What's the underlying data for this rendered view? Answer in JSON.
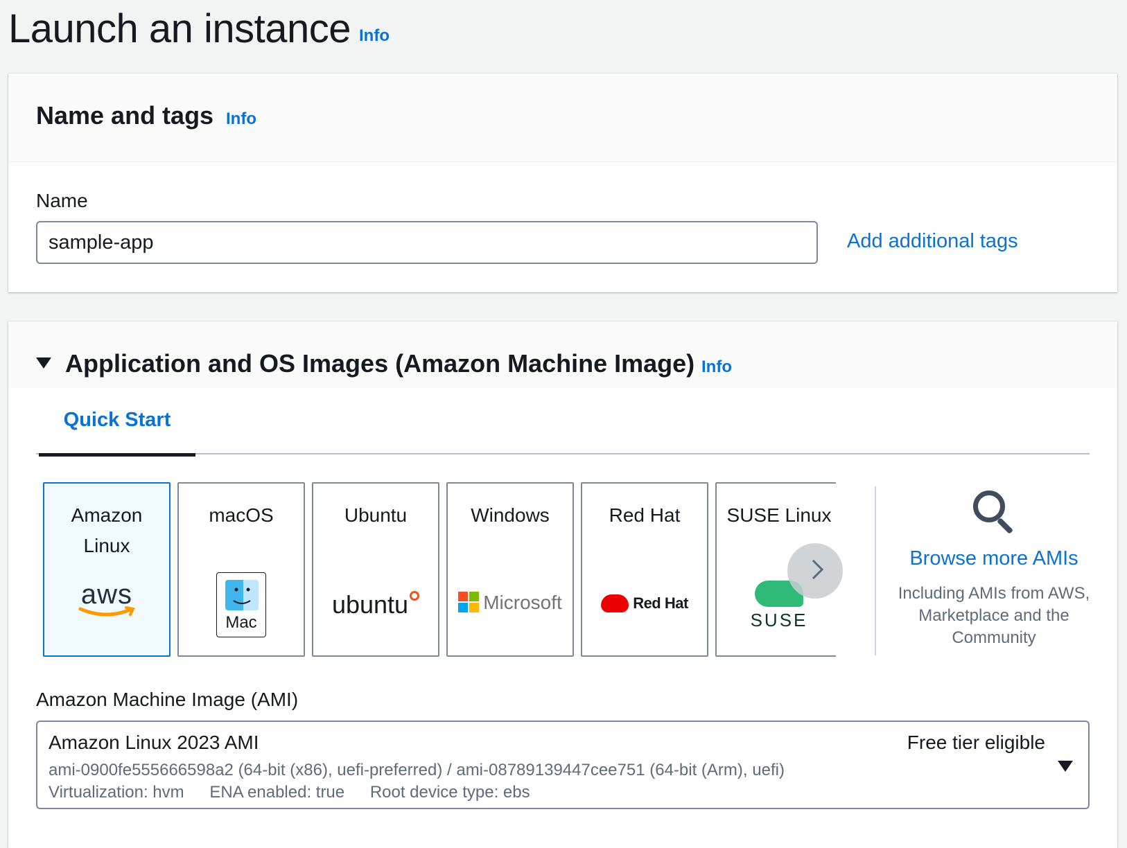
{
  "page": {
    "title": "Launch an instance",
    "info": "Info"
  },
  "name_tags": {
    "heading": "Name and tags",
    "info": "Info",
    "name_label": "Name",
    "name_value": "sample-app",
    "add_tags": "Add additional tags"
  },
  "ami_section": {
    "heading": "Application and OS Images (Amazon Machine Image)",
    "info": "Info",
    "tab": "Quick Start",
    "tiles": [
      {
        "label": "Amazon Linux",
        "logo": "aws",
        "selected": true
      },
      {
        "label": "macOS",
        "logo": "Mac",
        "selected": false
      },
      {
        "label": "Ubuntu",
        "logo": "ubuntu",
        "selected": false
      },
      {
        "label": "Windows",
        "logo": "Microsoft",
        "selected": false
      },
      {
        "label": "Red Hat",
        "logo": "Red Hat",
        "selected": false
      },
      {
        "label": "SUSE Linux",
        "logo": "SUSE",
        "selected": false
      }
    ],
    "browse": {
      "link": "Browse more AMIs",
      "description": "Including AMIs from AWS, Marketplace and the Community"
    },
    "ami_label": "Amazon Machine Image (AMI)",
    "selected_ami": {
      "name": "Amazon Linux 2023 AMI",
      "badge": "Free tier eligible",
      "ids": "ami-0900fe555666598a2 (64-bit (x86), uefi-preferred) / ami-08789139447cee751 (64-bit (Arm), uefi)",
      "virtualization": "Virtualization: hvm",
      "ena": "ENA enabled: true",
      "root_device": "Root device type: ebs"
    }
  },
  "colors": {
    "link": "#0972d3",
    "text": "#16191f",
    "secondary_text": "#5f6b7a",
    "background": "#f2f3f3",
    "selected_tile_bg": "#f1faff"
  }
}
